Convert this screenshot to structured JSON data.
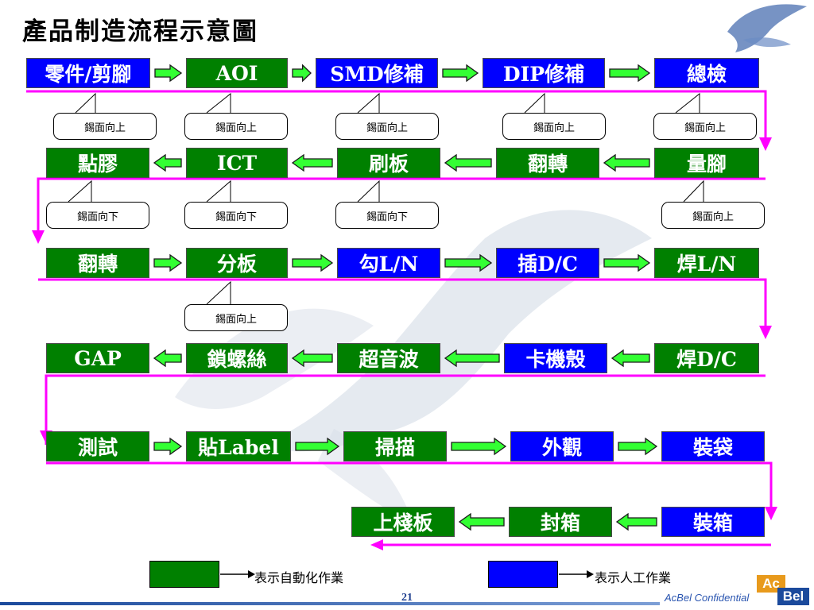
{
  "title": "產品制造流程示意圖",
  "colors": {
    "auto": "#008000",
    "manual": "#0000ff",
    "flow_line": "#ff00ff",
    "arrow_fill": "#33ff33"
  },
  "rows": [
    [
      {
        "label": "零件/剪腳",
        "type": "manual"
      },
      {
        "label": "AOI",
        "type": "auto"
      },
      {
        "label": "SMD修補",
        "type": "manual"
      },
      {
        "label": "DIP修補",
        "type": "manual"
      },
      {
        "label": "總檢",
        "type": "manual"
      }
    ],
    [
      {
        "label": "點膠",
        "type": "auto"
      },
      {
        "label": "ICT",
        "type": "auto"
      },
      {
        "label": "刷板",
        "type": "auto"
      },
      {
        "label": "翻轉",
        "type": "auto"
      },
      {
        "label": "量腳",
        "type": "auto"
      }
    ],
    [
      {
        "label": "翻轉",
        "type": "auto"
      },
      {
        "label": "分板",
        "type": "auto"
      },
      {
        "label": "勾L/N",
        "type": "manual"
      },
      {
        "label": "插D/C",
        "type": "manual"
      },
      {
        "label": "焊L/N",
        "type": "auto"
      }
    ],
    [
      {
        "label": "GAP",
        "type": "auto"
      },
      {
        "label": "鎖螺絲",
        "type": "auto"
      },
      {
        "label": "超音波",
        "type": "auto"
      },
      {
        "label": "卡機殼",
        "type": "manual"
      },
      {
        "label": "焊D/C",
        "type": "auto"
      }
    ],
    [
      {
        "label": "測試",
        "type": "auto"
      },
      {
        "label": "貼Label",
        "type": "auto"
      },
      {
        "label": "掃描",
        "type": "auto"
      },
      {
        "label": "外觀",
        "type": "manual"
      },
      {
        "label": "裝袋",
        "type": "manual"
      }
    ],
    [
      {
        "label": "上棧板",
        "type": "auto"
      },
      {
        "label": "封箱",
        "type": "auto"
      },
      {
        "label": "裝箱",
        "type": "manual"
      }
    ]
  ],
  "callouts": {
    "row1": [
      "錫面向上",
      "錫面向上",
      "錫面向上",
      "錫面向上",
      "錫面向上"
    ],
    "row2": [
      "錫面向下",
      "錫面向下",
      "錫面向下",
      "錫面向上"
    ],
    "row3": [
      "錫面向上"
    ]
  },
  "legend": {
    "auto_label": "表示自動化作業",
    "manual_label": "表示人工作業"
  },
  "footer": {
    "page_number": "21",
    "confidential": "AcBel Confidential",
    "logo_ac": "Ac",
    "logo_bel": "Bel"
  }
}
